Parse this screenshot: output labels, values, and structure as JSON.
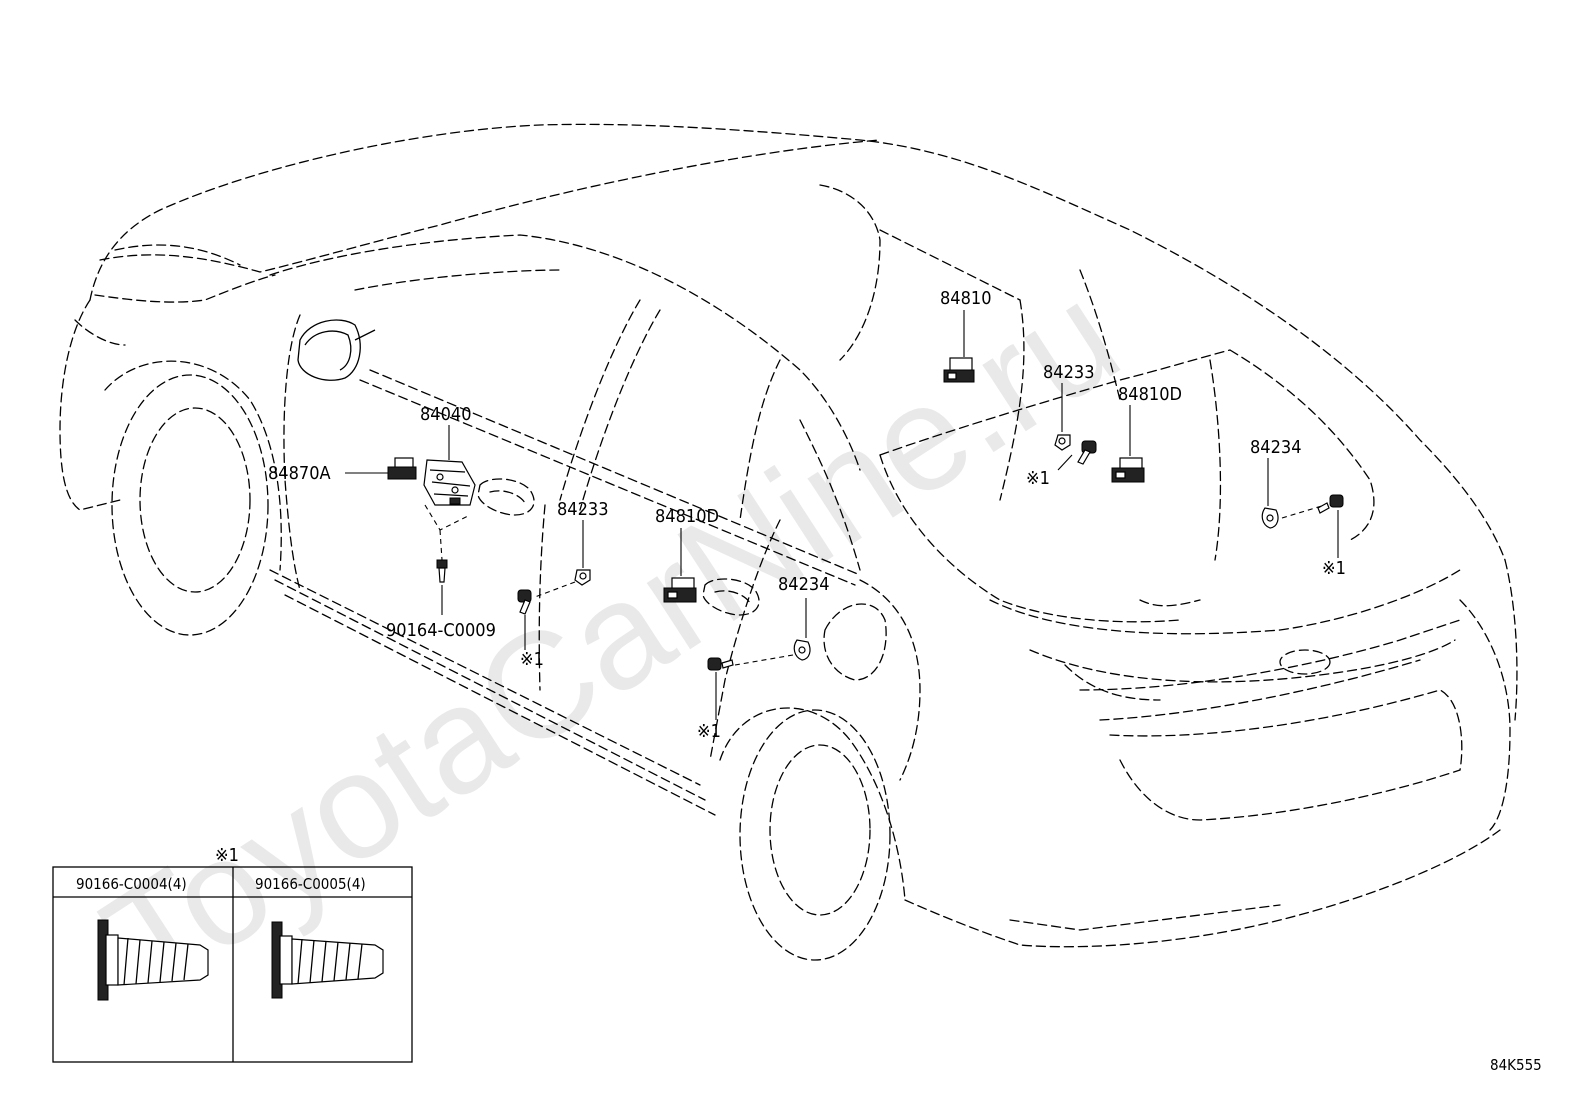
{
  "watermark": "ToyotaCarNine.ru",
  "callouts": {
    "c84810": "84810",
    "c84233_right": "84233",
    "c84810D_right": "84810D",
    "c84234_right": "84234",
    "c84040": "84040",
    "c84870A": "84870A",
    "c84233_left": "84233",
    "c84810D_left": "84810D",
    "c84234_left": "84234",
    "c90164": "90164-C0009",
    "note_right_a": "※1",
    "note_right_b": "※1",
    "note_left_a": "※1",
    "note_left_b": "※1"
  },
  "legend": {
    "note": "※1",
    "cells": [
      {
        "part": "90166-C0004(4)"
      },
      {
        "part": "90166-C0005(4)"
      }
    ]
  },
  "diagram_code": "84K555"
}
